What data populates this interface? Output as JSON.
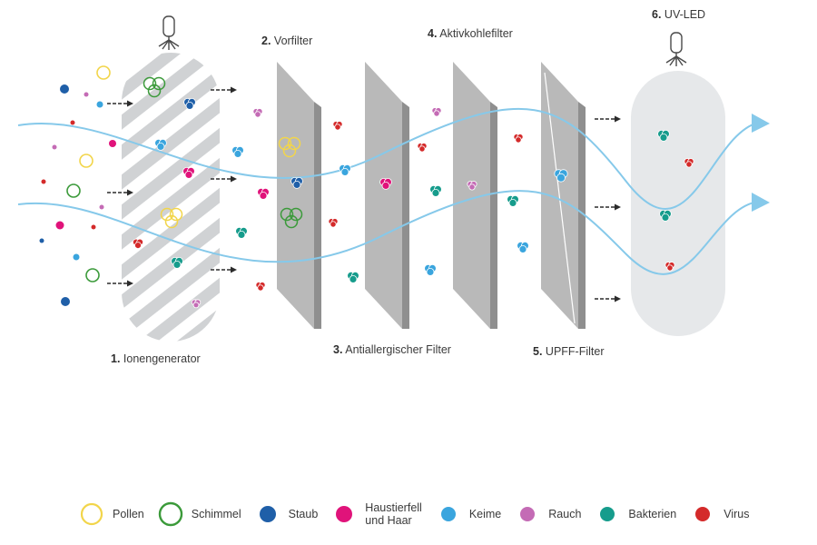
{
  "stages": [
    {
      "number": "1.",
      "label": "Ionengenerator"
    },
    {
      "number": "2.",
      "label": "Vorfilter"
    },
    {
      "number": "3.",
      "label": "Antiallergischer Filter"
    },
    {
      "number": "4.",
      "label": "Aktivkohlefilter"
    },
    {
      "number": "5.",
      "label": "UPFF-Filter"
    },
    {
      "number": "6.",
      "label": "UV-LED"
    }
  ],
  "legend": [
    {
      "label": "Pollen",
      "style": "ring",
      "color": "#f2d54a"
    },
    {
      "label": "Schimmel",
      "style": "ring",
      "color": "#3b9a3a"
    },
    {
      "label": "Staub",
      "style": "dot",
      "color": "#1f5fa8"
    },
    {
      "label": "Haustierfell",
      "label2": "und Haar",
      "style": "dot",
      "color": "#e0137a"
    },
    {
      "label": "Keime",
      "style": "dot",
      "color": "#3aa5de"
    },
    {
      "label": "Rauch",
      "style": "dot",
      "color": "#c46bb5"
    },
    {
      "label": "Bakterien",
      "style": "dot",
      "color": "#169c8c"
    },
    {
      "label": "Virus",
      "style": "dot",
      "color": "#d42a2a"
    }
  ],
  "colors": {
    "airflow": "#86c9ea",
    "filter_front": "#b9b9b9",
    "filter_side": "#8f8f8f",
    "chamber": "#e6e8ea",
    "stripe": "#d0d2d4"
  },
  "icons": [
    "lamp-icon",
    "arrow-icon"
  ]
}
